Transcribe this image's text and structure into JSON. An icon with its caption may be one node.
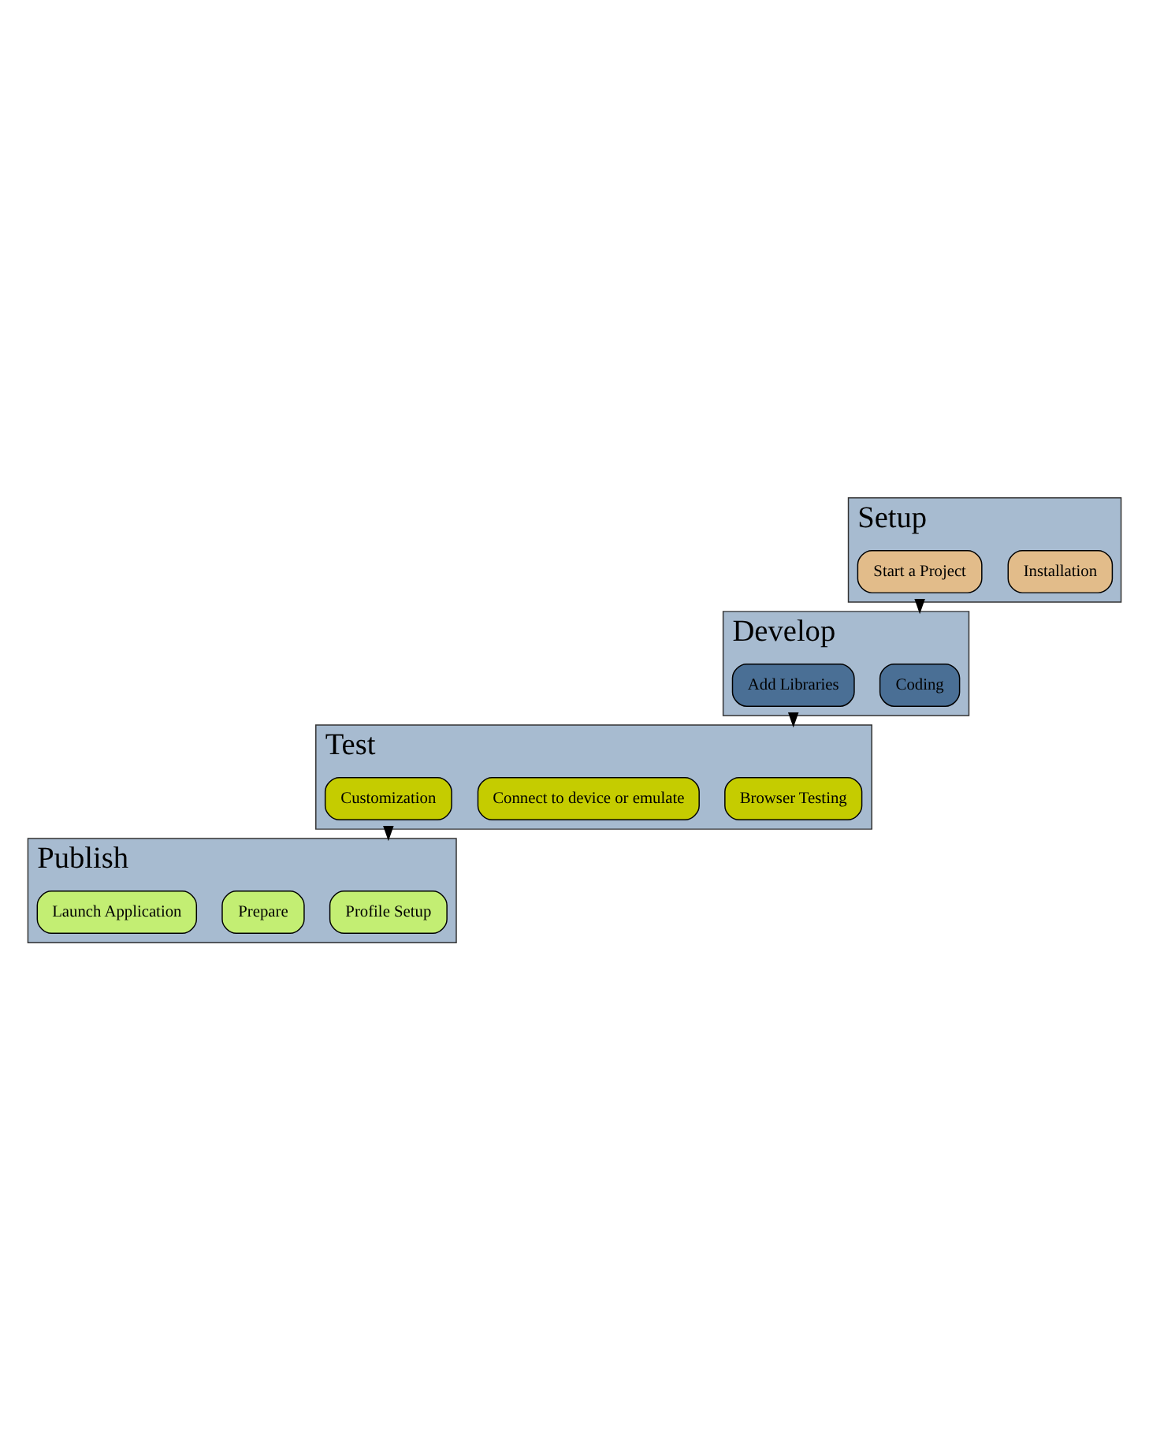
{
  "diagram": {
    "nodes": [
      {
        "text": [
          "Setup"
        ]
      },
      {
        "text": [
          "Installation"
        ],
        "in": 0
      },
      {
        "text": [
          "Start a Project"
        ],
        "in": 0
      },
      {
        "text": [
          "Develop"
        ]
      },
      {
        "text": [
          "Coding"
        ],
        "in": 3
      },
      {
        "text": [
          "Add Libraries"
        ],
        "in": 3
      },
      {
        "text": [
          "Test"
        ]
      },
      {
        "text": [
          "Browser Testing"
        ],
        "in": 6
      },
      {
        "text": [
          "Connect to device or emulate"
        ],
        "in": 6
      },
      {
        "text": [
          "Customization"
        ],
        "in": 6
      },
      {
        "text": [
          "Publish"
        ]
      },
      {
        "text": [
          "Profile Setup"
        ],
        "in": 10
      },
      {
        "text": [
          "Prepare"
        ],
        "in": 10
      },
      {
        "text": [
          "Launch Application"
        ],
        "in": 10
      }
    ],
    "edges": [
      {
        "from": 0,
        "to": 3,
        "arrow": "to"
      },
      {
        "from": 3,
        "to": 6,
        "arrow": "to"
      },
      {
        "from": 6,
        "to": 10,
        "arrow": "to"
      }
    ]
  }
}
